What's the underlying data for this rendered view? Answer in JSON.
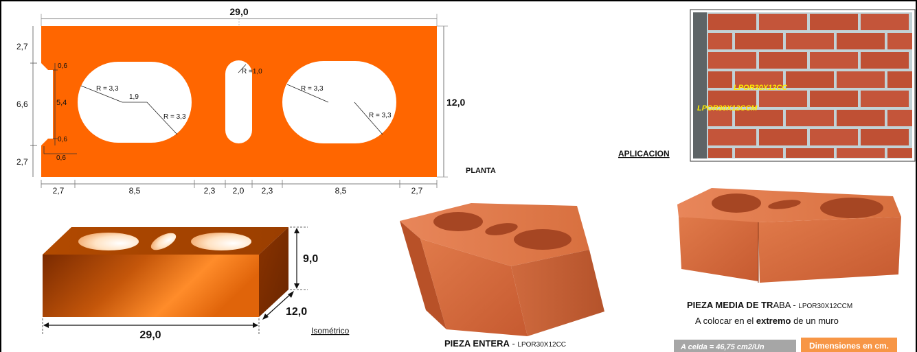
{
  "plan": {
    "overall_length": "29,0",
    "overall_width": "12,0",
    "label": "PLANTA",
    "left_dims": [
      "2,7",
      "6,6",
      "2,7"
    ],
    "notch_dims": [
      "0,6",
      "5,4",
      "0,6",
      "0,6"
    ],
    "bottom_dims": [
      "2,7",
      "8,5",
      "2,3",
      "2,0",
      "2,3",
      "8,5",
      "2,7"
    ],
    "left_cell": {
      "r1": "R = 3,3",
      "gap": "1,9",
      "r2": "R = 3,3"
    },
    "slot": {
      "r": "R =1,0"
    },
    "right_cell": {
      "r1": "R = 3,3",
      "r2": "R = 3,3"
    }
  },
  "iso": {
    "height": "9,0",
    "width": "12,0",
    "length": "29,0",
    "label": "Isométrico"
  },
  "photo_entera": {
    "title": "PIEZA ENTERA",
    "sep": " - ",
    "code": "LPOR30X12CC"
  },
  "photo_media": {
    "title_bold": "PIEZA MEDIA DE TR",
    "title_rest": "ABA",
    "sep": " - ",
    "code": "LPOR30X12CCM",
    "note_pre": "A colocar en el ",
    "note_bold": "extremo",
    "note_post": " de un muro"
  },
  "aplicacion": {
    "label": "APLICACION",
    "tag1": "LPOR30X12CC",
    "tag2": "LPOR30X12CCM"
  },
  "footer": {
    "area": "A celda = 46,75 cm2/Un",
    "dims": "Dimensiones en cm."
  },
  "colors": {
    "brick_orange": "#ff6600",
    "brick_photo": "#d9693f",
    "tag_yellow": "#ffee00",
    "badge_orange": "#f79646",
    "badge_gray": "#a6a6a6"
  }
}
